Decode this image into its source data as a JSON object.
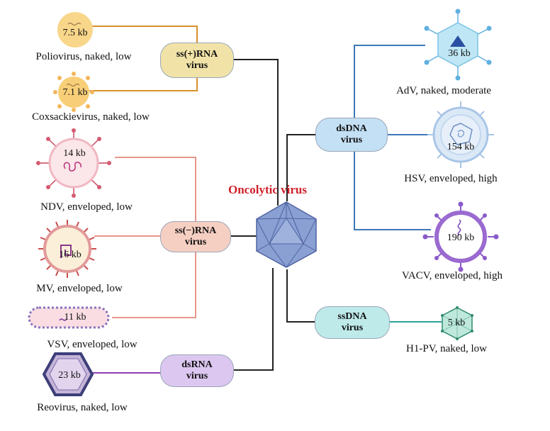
{
  "title": "Oncolytic virus",
  "categories": {
    "ssplus_rna": "ss(+)RNA\nvirus",
    "ssminus_rna": "ss(−)RNA\nvirus",
    "ds_rna": "dsRNA\nvirus",
    "ds_dna": "dsDNA\nvirus",
    "ss_dna": "ssDNA\nvirus"
  },
  "viruses": {
    "poliovirus": {
      "size": "7.5 kb",
      "label": "Poliovirus, naked, low"
    },
    "coxsackievirus": {
      "size": "7.1 kb",
      "label": "Coxsackievirus, naked, low"
    },
    "ndv": {
      "size": "14 kb",
      "label": "NDV, enveloped, low"
    },
    "mv": {
      "size": "16 kb",
      "label": "MV, enveloped, low"
    },
    "vsv": {
      "size": "11 kb",
      "label": "VSV, enveloped, low"
    },
    "reovirus": {
      "size": "23 kb",
      "label": "Reovirus, naked, low"
    },
    "adv": {
      "size": "36 kb",
      "label": "AdV, naked, moderate"
    },
    "hsv": {
      "size": "154 kb",
      "label": "HSV, enveloped, high"
    },
    "vacv": {
      "size": "190 kb",
      "label": "VACV, enveloped, high"
    },
    "h1pv": {
      "size": "5 kb",
      "label": "H1-PV, naked, low"
    }
  },
  "colors": {
    "ssplus_rna": "#f1e3a8",
    "ssminus_rna": "#f6cfc3",
    "ds_rna": "#dcc7f0",
    "ds_dna": "#c4e0f5",
    "ss_dna": "#bfeaea",
    "title": "#d0202a",
    "icosahedron": "#7e96cc"
  }
}
